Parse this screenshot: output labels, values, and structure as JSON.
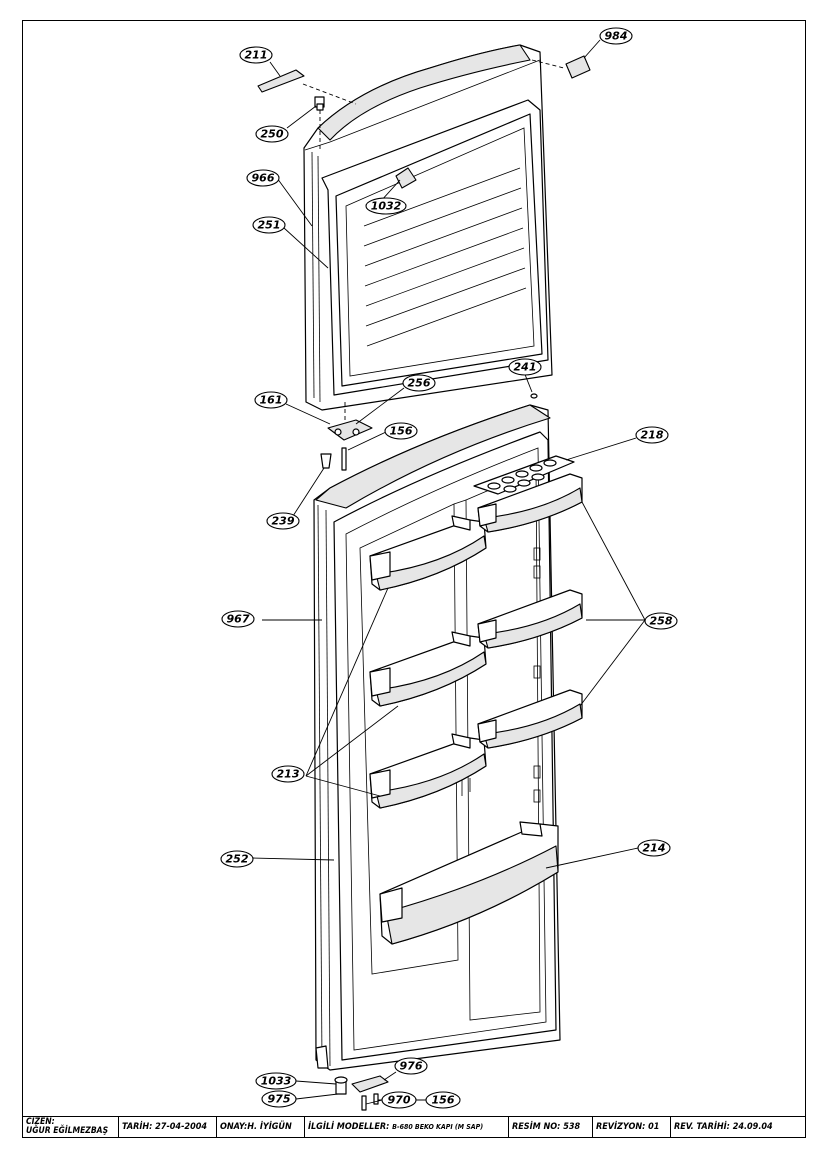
{
  "callouts": {
    "c211": "211",
    "c984": "984",
    "c250": "250",
    "c966": "966",
    "c1032": "1032",
    "c251": "251",
    "c241": "241",
    "c256": "256",
    "c161": "161",
    "c156a": "156",
    "c218": "218",
    "c239": "239",
    "c967": "967",
    "c258": "258",
    "c213": "213",
    "c252": "252",
    "c214": "214",
    "c976": "976",
    "c1033": "1033",
    "c975": "975",
    "c970": "970",
    "c156b": "156"
  },
  "title_block": {
    "cizen_label": "CIZEN:",
    "cizen_name": "UĞUR EĞİLMEZBAŞ",
    "tarih": "TARİH: 27-04-2004",
    "onay": "ONAY:H. İYİGÜN",
    "modeller_label": "İLGİLİ MODELLER:",
    "modeller_value": "B-680 BEKO KAPI (M SAP)",
    "resim": "RESİM NO: 538",
    "revizyon": "REVİZYON: 01",
    "rev_tarih": "REV. TARİHİ: 24.09.04"
  }
}
